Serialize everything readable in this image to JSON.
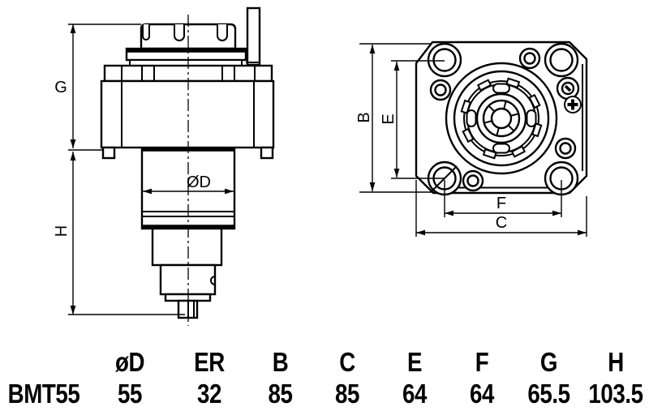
{
  "drawing": {
    "side_view": {
      "dim_g": "G",
      "dim_h": "H",
      "dim_d": "ØD"
    },
    "front_view": {
      "dim_b": "B",
      "dim_e": "E",
      "dim_f": "F",
      "dim_c": "C"
    }
  },
  "table": {
    "headers": [
      "øD",
      "ER",
      "B",
      "C",
      "E",
      "F",
      "G",
      "H"
    ],
    "rows": [
      {
        "model": "BMT55",
        "values": [
          "55",
          "32",
          "85",
          "85",
          "64",
          "64",
          "65.5",
          "103.5"
        ]
      }
    ]
  },
  "colors": {
    "line": "#000000",
    "background": "#ffffff"
  }
}
